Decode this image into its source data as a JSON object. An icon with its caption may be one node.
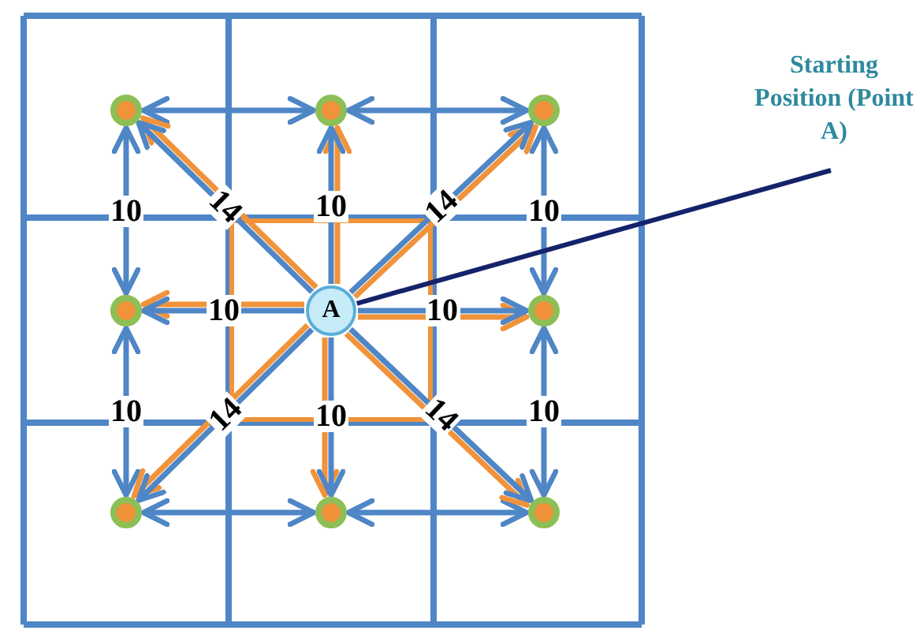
{
  "diagram": {
    "nodes": [
      {
        "text": [],
        "shape": "circle"
      },
      {
        "text": [],
        "shape": "circle"
      },
      {
        "text": [],
        "shape": "circle"
      },
      {
        "text": [
          "Starting Position (Point A)"
        ]
      },
      {
        "text": [],
        "shape": "circle"
      },
      {
        "text": [
          "A"
        ]
      },
      {
        "text": [],
        "shape": "circle"
      },
      {
        "text": [],
        "shape": "circle"
      },
      {
        "text": [],
        "shape": "circle"
      },
      {
        "text": [],
        "shape": "circle"
      }
    ],
    "edges": [
      {
        "from": 0,
        "to": 1,
        "arrow": "both"
      },
      {
        "from": 1,
        "to": 2,
        "arrow": "both"
      },
      {
        "from": 0,
        "to": 4,
        "arrow": "both",
        "label": "10"
      },
      {
        "from": 2,
        "to": 6,
        "arrow": "both",
        "label": "10"
      },
      {
        "from": 4,
        "to": 7,
        "arrow": "both",
        "label": "10"
      },
      {
        "from": 6,
        "to": 9,
        "arrow": "both",
        "label": "10"
      },
      {
        "from": 7,
        "to": 8,
        "arrow": "both"
      },
      {
        "from": 8,
        "to": 9,
        "arrow": "both"
      },
      {
        "from": 5,
        "to": 0,
        "arrow": "to",
        "color": "#f0933a"
      },
      {
        "from": 5,
        "to": 1,
        "arrow": "to",
        "color": "#f0933a"
      },
      {
        "from": 5,
        "to": 2,
        "arrow": "to",
        "color": "#f0933a"
      },
      {
        "from": 5,
        "to": 4,
        "arrow": "to",
        "color": "#f0933a"
      },
      {
        "from": 5,
        "to": 6,
        "arrow": "to",
        "color": "#f0933a"
      },
      {
        "from": 5,
        "to": 7,
        "arrow": "to",
        "color": "#f0933a"
      },
      {
        "from": 5,
        "to": 8,
        "arrow": "to",
        "color": "#f0933a"
      },
      {
        "from": 5,
        "to": 9,
        "arrow": "to",
        "color": "#f0933a"
      },
      {
        "from": 5,
        "to": 0,
        "arrow": "to",
        "label": "14"
      },
      {
        "from": 5,
        "to": 1,
        "arrow": "to",
        "label": "10"
      },
      {
        "from": 5,
        "to": 2,
        "arrow": "to",
        "label": "14"
      },
      {
        "from": 5,
        "to": 4,
        "arrow": "to",
        "label": "10"
      },
      {
        "from": 5,
        "to": 6,
        "arrow": "to",
        "label": "10"
      },
      {
        "from": 5,
        "to": 7,
        "arrow": "to",
        "label": "14"
      },
      {
        "from": 5,
        "to": 8,
        "arrow": "to",
        "label": "10"
      },
      {
        "from": 5,
        "to": 9,
        "arrow": "to",
        "label": "14"
      },
      {
        "from": 3,
        "to": 5,
        "arrow": "none",
        "color": "#14236b"
      }
    ]
  }
}
